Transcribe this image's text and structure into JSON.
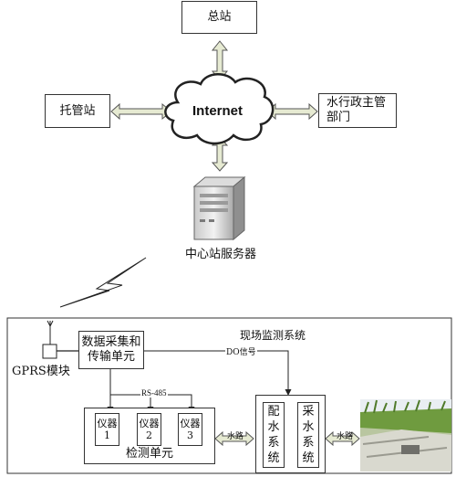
{
  "top": {
    "hq": "总站",
    "trustee": "托管站",
    "water_admin_line1": "水行政主管",
    "water_admin_line2": "部门",
    "internet": "Internet",
    "server": "中心站服务器"
  },
  "site": {
    "title": "现场监测系统",
    "gprs": "GPRS模块",
    "dau_line1": "数据采集和",
    "dau_line2": "传输单元",
    "do_signal": "DO信号",
    "rs485": "RS-485",
    "instruments": [
      {
        "l1": "仪器",
        "l2": "1"
      },
      {
        "l1": "仪器",
        "l2": "2"
      },
      {
        "l1": "仪器",
        "l2": "3"
      }
    ],
    "detection_unit": "检测单元",
    "water_road_1": "水路",
    "water_road_2": "水路",
    "distribution": [
      "配",
      "水",
      "系",
      "统"
    ],
    "sampling": [
      "采",
      "水",
      "系",
      "统"
    ]
  },
  "colors": {
    "arrow_fill": "#e6ead2",
    "arrow_stroke": "#555555",
    "line": "#222222"
  }
}
